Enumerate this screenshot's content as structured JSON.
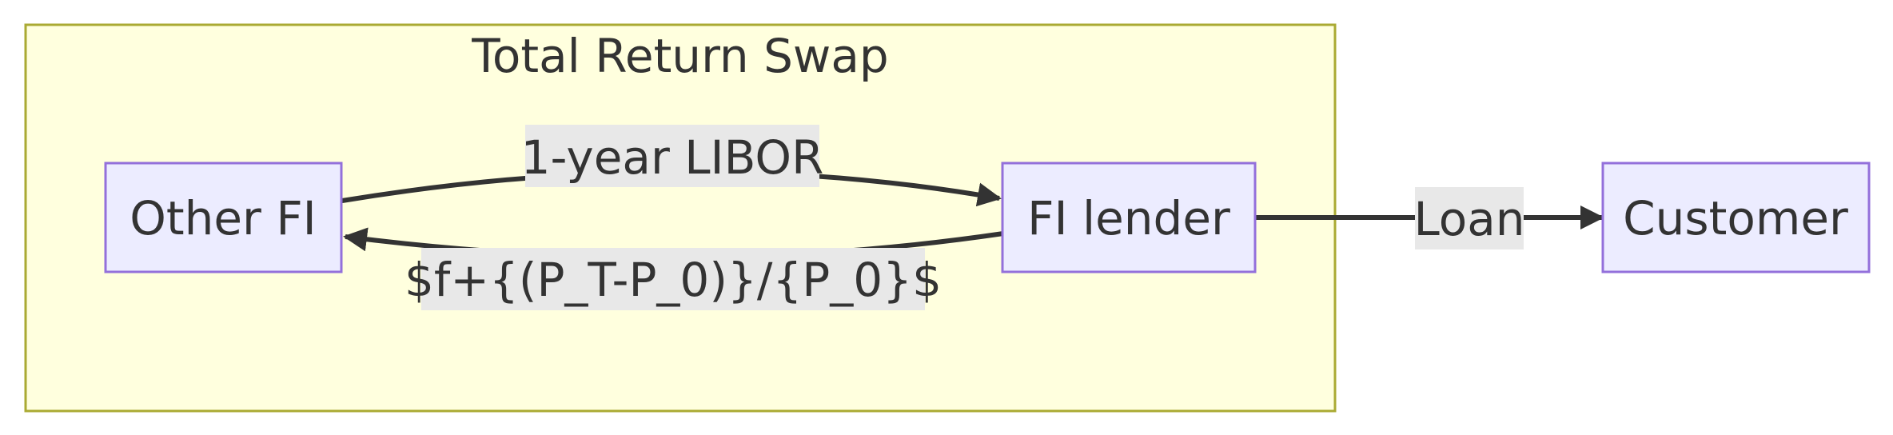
{
  "cluster": {
    "title": "Total Return Swap"
  },
  "nodes": {
    "other_fi": "Other FI",
    "fi_lender": "FI lender",
    "customer": "Customer"
  },
  "edges": {
    "libor": "1-year LIBOR",
    "return": "$f+{(P_T-P_0)}/{P_0}$",
    "loan": "Loan"
  },
  "colors": {
    "cluster_fill": "#ffffde",
    "cluster_stroke": "#aaaa33",
    "node_fill": "#ECECFF",
    "node_stroke": "#9370DB",
    "edge": "#333333",
    "label_bg": "#e8e8e8"
  }
}
